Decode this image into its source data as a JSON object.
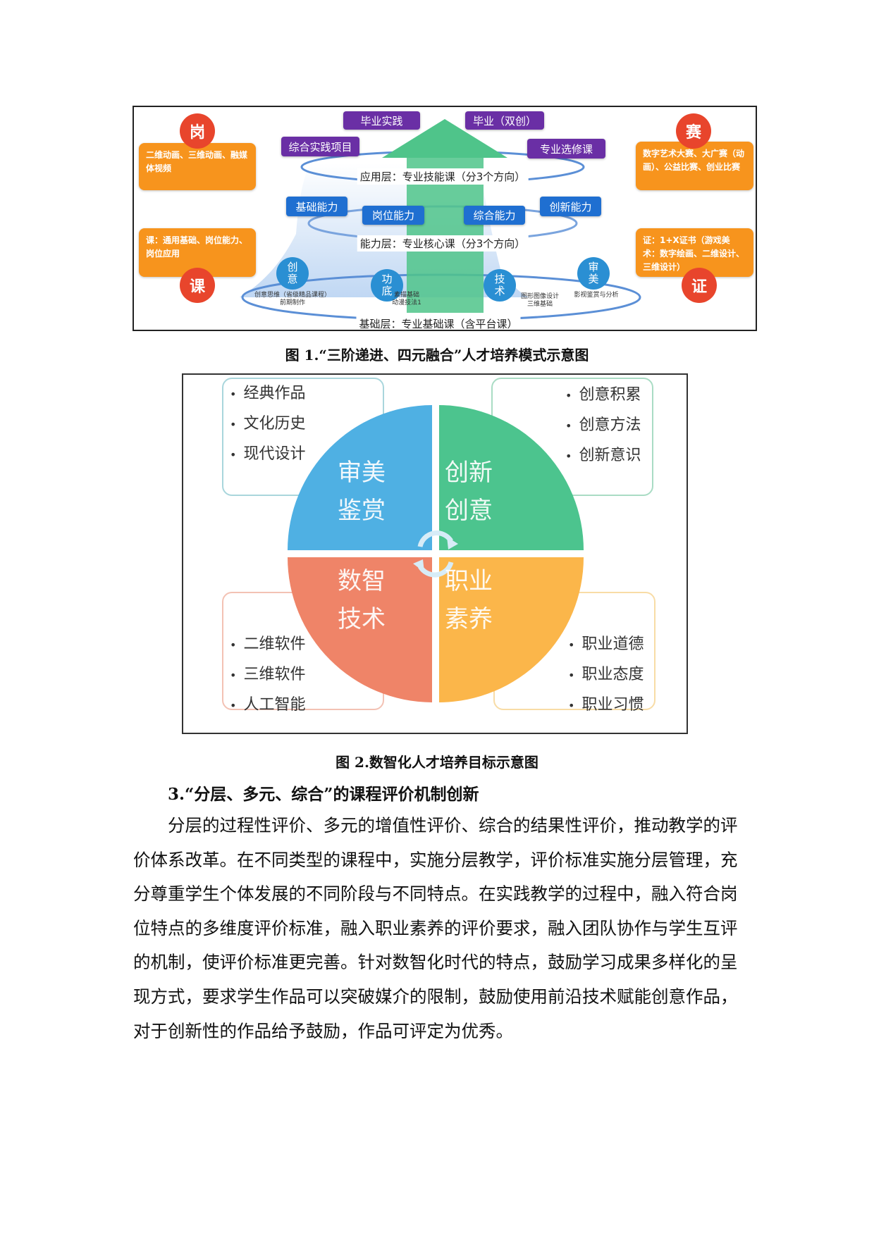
{
  "figure1": {
    "badges": {
      "gang": "岗",
      "ke": "课",
      "sai": "赛",
      "zheng": "证"
    },
    "cards": {
      "gang": "二维动画、三维动画、融媒体视频",
      "ke": "课：通用基础、岗位能力、岗位应用",
      "sai": "数字艺术大赛、大广赛（动画）、公益比赛、创业比赛",
      "zheng": "证：1+X证书（游戏美术：数字绘画、二维设计、三维设计）"
    },
    "application": [
      "毕业实践",
      "毕业（双创）",
      "综合实践项目",
      "专业选修课"
    ],
    "abilities": [
      "基础能力",
      "岗位能力",
      "综合能力",
      "创新能力"
    ],
    "layers": {
      "application": "应用层：专业技能课（分3个方向）",
      "ability": "能力层：专业核心课（分3个方向）",
      "foundation": "基础层：专业基础课（含平台课）"
    },
    "foundation_nodes": [
      {
        "label": "创意",
        "caption1": "创意思维（省级精品课程）",
        "caption2": "前期制作"
      },
      {
        "label": "功底",
        "caption1": "素描基础",
        "caption2": "动漫技法1"
      },
      {
        "label": "技术",
        "caption1": "图形图像设计",
        "caption2": "三维基础"
      },
      {
        "label": "审美",
        "caption1": "影视鉴赏与分析",
        "caption2": ""
      }
    ],
    "caption": "图 1.“三阶递进、四元融合”人才培养模式示意图"
  },
  "figure2": {
    "quadrants": [
      {
        "title1": "审美",
        "title2": "鉴赏",
        "items": [
          "经典作品",
          "文化历史",
          "现代设计"
        ],
        "color": "#4fb0e3"
      },
      {
        "title1": "创新",
        "title2": "创意",
        "items": [
          "创意积累",
          "创意方法",
          "创新意识"
        ],
        "color": "#4cc48e"
      },
      {
        "title1": "数智",
        "title2": "技术",
        "items": [
          "二维软件",
          "三维软件",
          "人工智能"
        ],
        "color": "#ef8468"
      },
      {
        "title1": "职业",
        "title2": "素养",
        "items": [
          "职业道德",
          "职业态度",
          "职业习惯"
        ],
        "color": "#fbb64a"
      }
    ],
    "caption": "图 2.数智化人才培养目标示意图"
  },
  "section": {
    "heading": "3.“分层、多元、综合”的课程评价机制创新",
    "lines": [
      "分层的过程性评价、多元的增值性评价、综合的结果性评价，推动教学的评",
      "价体系改革。在不同类型的课程中，实施分层教学，评价标准实施分层管理，充",
      "分尊重学生个体发展的不同阶段与不同特点。在实践教学的过程中，融入符合岗",
      "位特点的多维度评价标准，融入职业素养的评价要求，融入团队协作与学生互评",
      "的机制，使评价标准更完善。针对数智化时代的特点，鼓励学习成果多样化的呈",
      "现方式，要求学生作品可以突破媒介的限制，鼓励使用前沿技术赋能创意作品，",
      "对于创新性的作品给予鼓励，作品可评定为优秀。"
    ]
  }
}
